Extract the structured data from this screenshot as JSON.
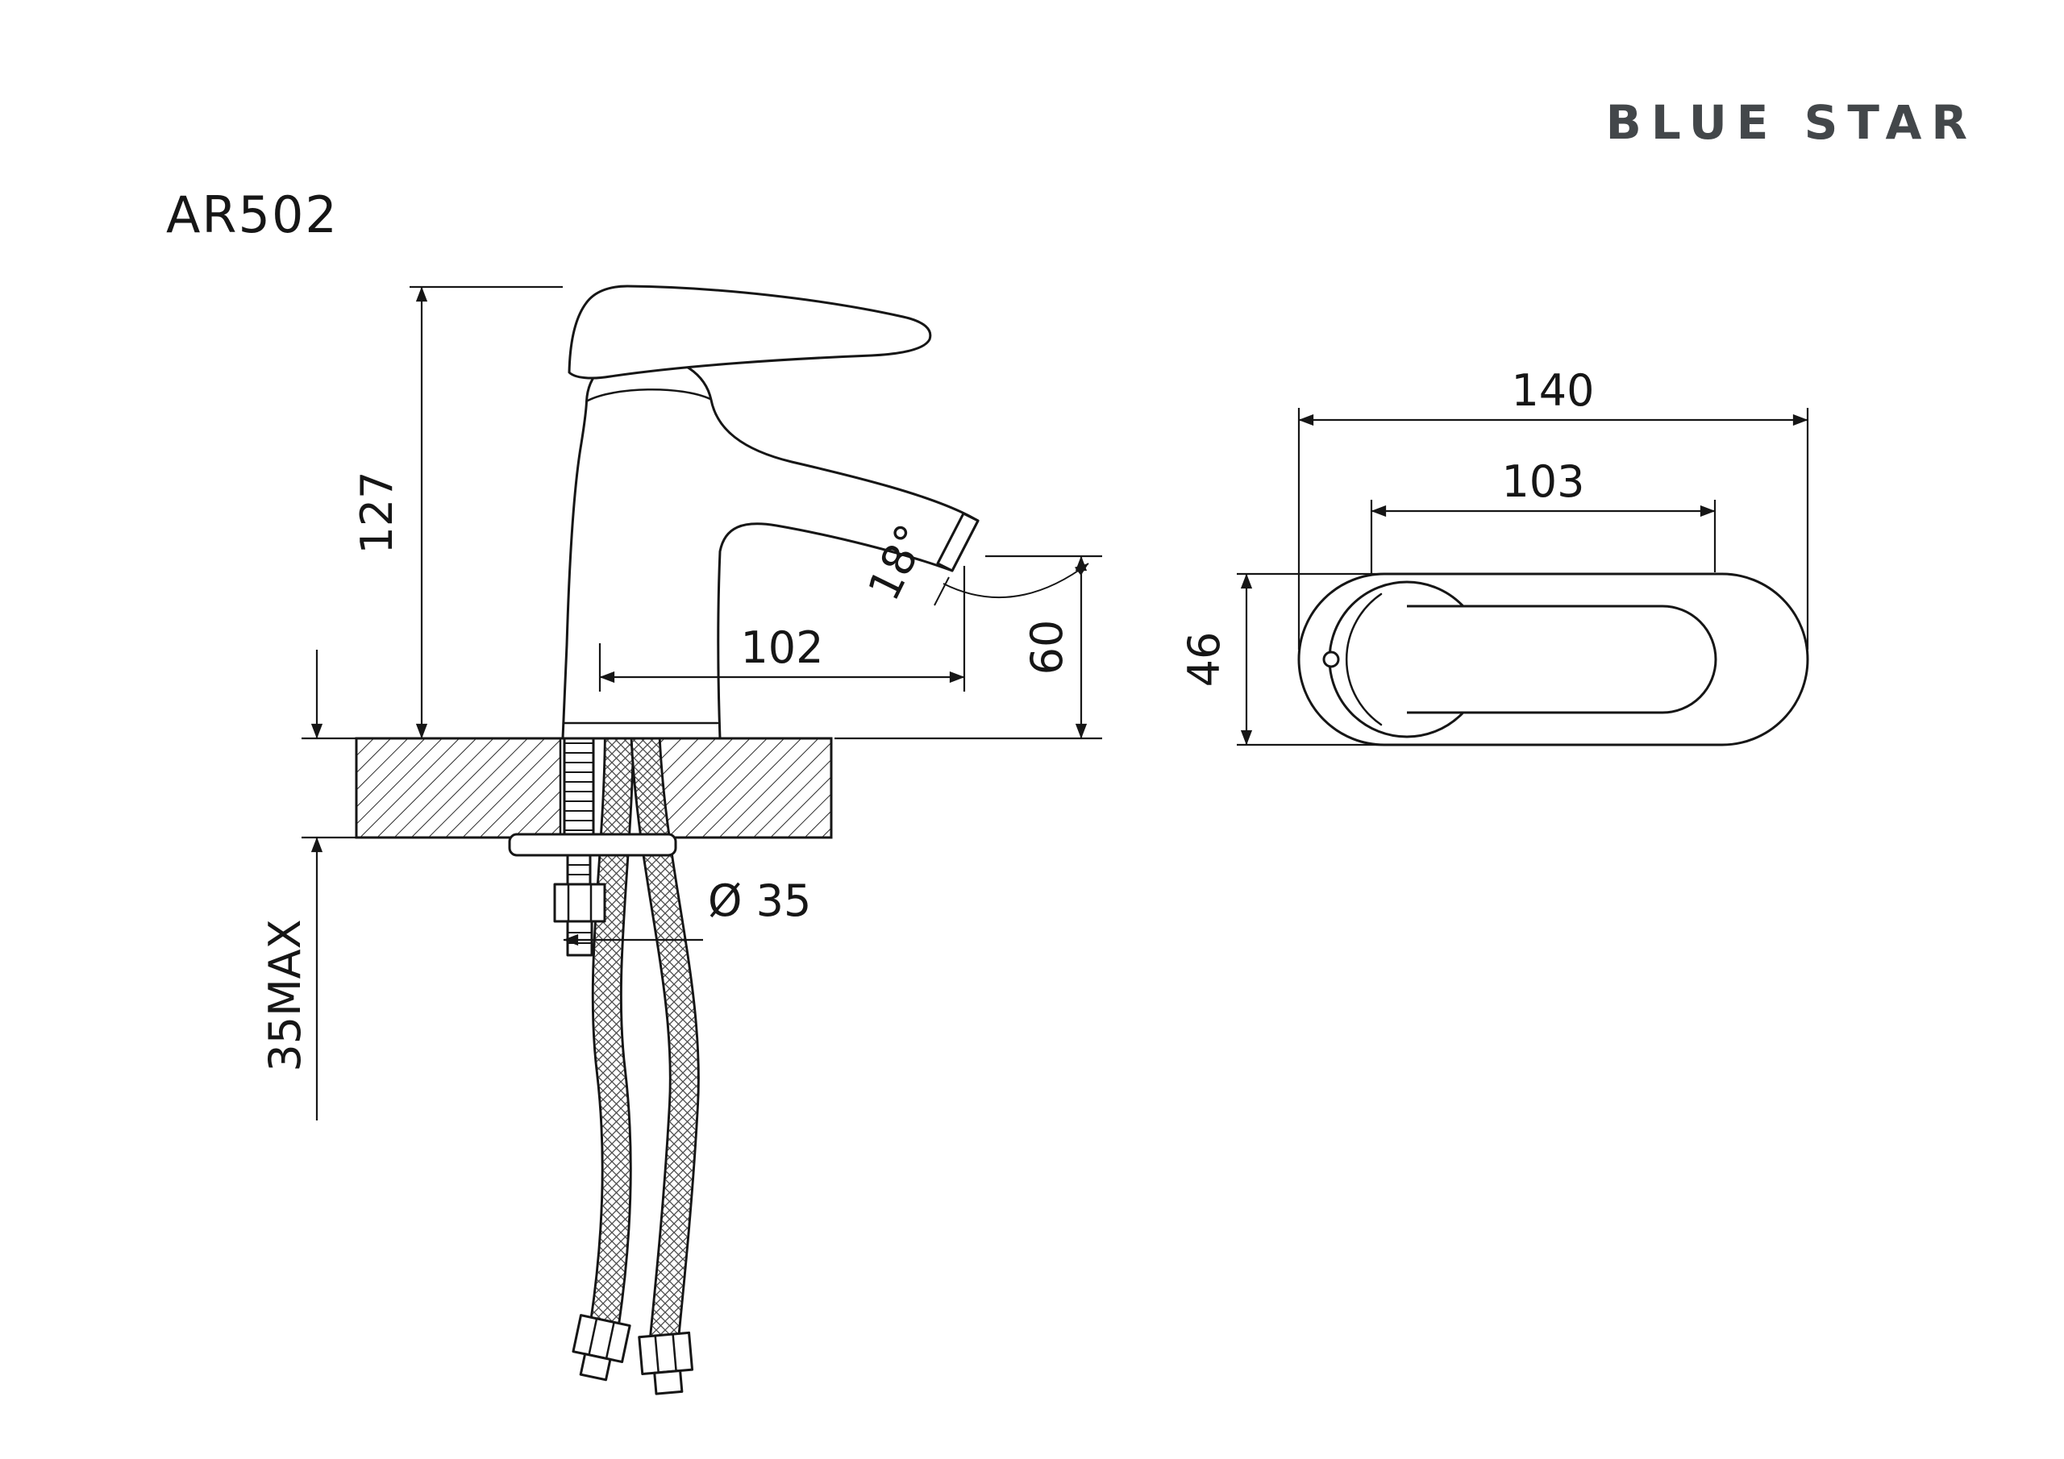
{
  "header": {
    "brand": "BLUE STAR",
    "model": "AR502"
  },
  "side_view": {
    "height": "127",
    "reach": "102",
    "outlet_height": "60",
    "angle": "18°",
    "hole_diameter": "Ø 35",
    "deck_max": "35MAX"
  },
  "top_view": {
    "length": "140",
    "handle_length": "103",
    "width": "46"
  }
}
